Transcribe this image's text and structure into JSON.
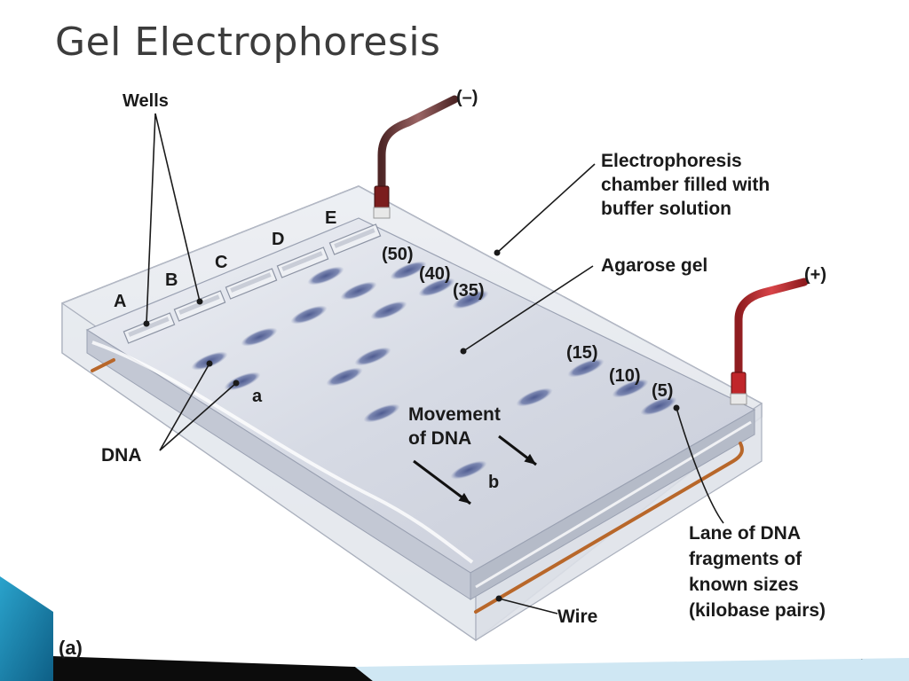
{
  "slide": {
    "title": "Gel Electrophoresis"
  },
  "diagram": {
    "labels": {
      "wells": "Wells",
      "negative": "(–)",
      "positive": "(+)",
      "chamber": [
        "Electrophoresis",
        "chamber filled with",
        "buffer solution"
      ],
      "agarose": "Agarose gel",
      "dna": "DNA",
      "movement": [
        "Movement",
        "of DNA"
      ],
      "ladder_lane": [
        "Lane of DNA",
        "fragments of",
        "known sizes",
        "(kilobase pairs)"
      ],
      "wire": "Wire",
      "band_a": "a",
      "band_b": "b"
    },
    "wells": [
      "A",
      "B",
      "C",
      "D",
      "E"
    ],
    "ladder_sizes": [
      "(50)",
      "(40)",
      "(35)",
      "(15)",
      "(10)",
      "(5)"
    ],
    "panel_label": "(a)"
  },
  "colors": {
    "gel": "#d7dce6",
    "chamber_edge": "#b7bcc8",
    "dna_band": "#5d6a9c",
    "electrode_red": "#c0262a",
    "cable_dark": "#6b3a3a",
    "wire_copper": "#b8672a",
    "corner_blue": "#1f8fb8"
  }
}
